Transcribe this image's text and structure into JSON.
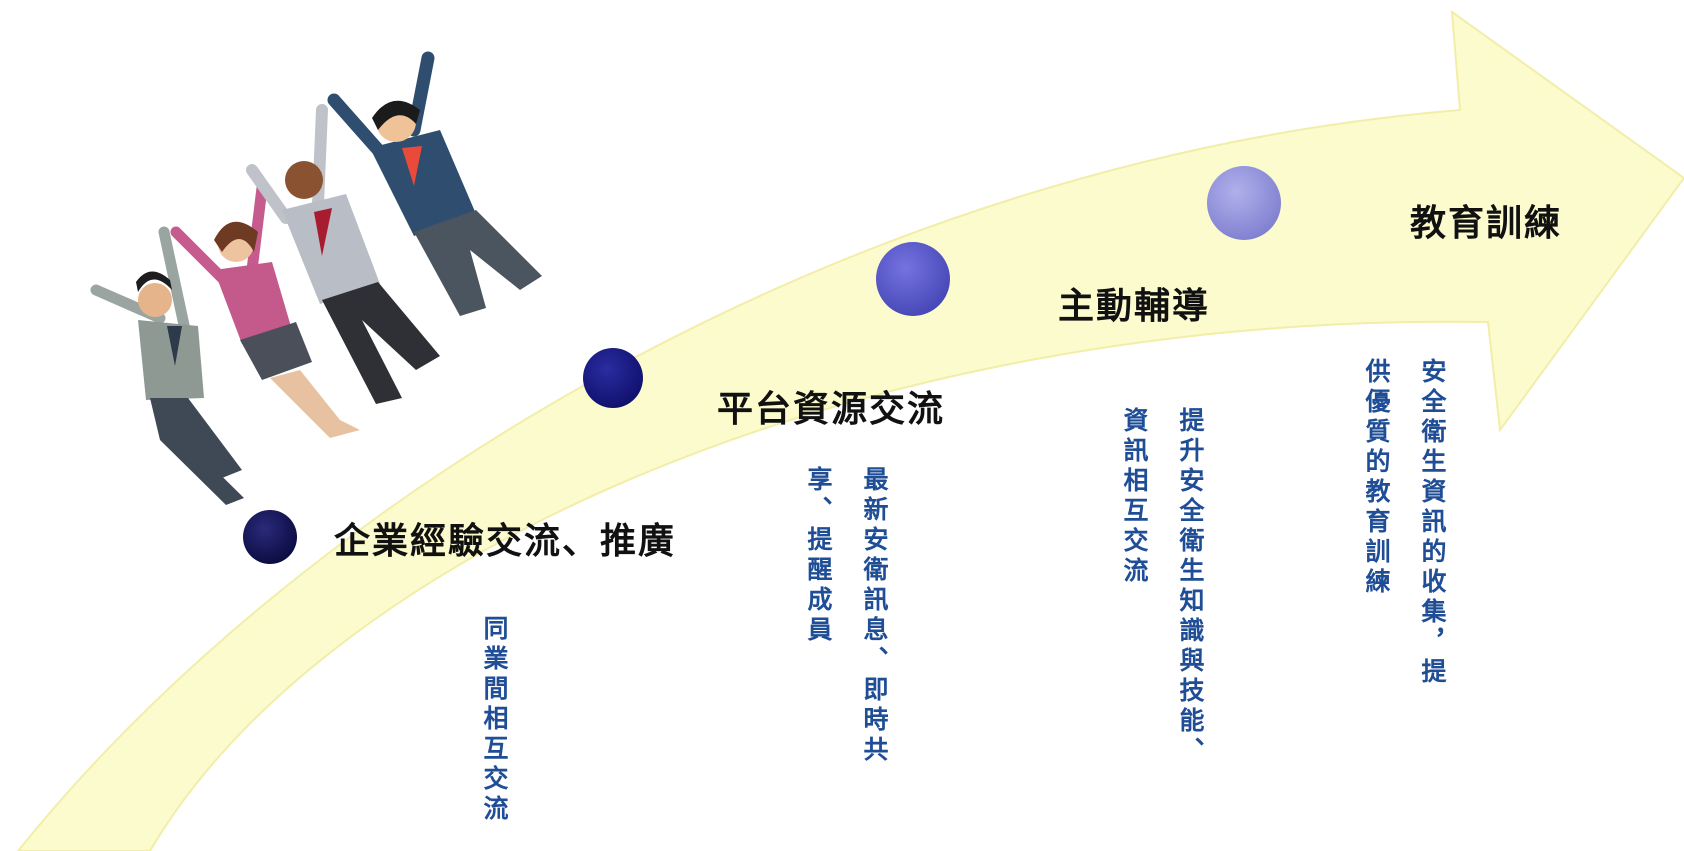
{
  "steps": [
    {
      "title": "企業經驗交流、推廣",
      "body": "同業間相互交流",
      "dot_color": "#0f0f55"
    },
    {
      "title": "平台資源交流",
      "body": "最新安衛訊息、即時共\n享、提醒成員",
      "dot_color": "#151680"
    },
    {
      "title": "主動輔導",
      "body": "提升安全衛生知識與技能、\n資訊相互交流",
      "dot_color": "#5554c8"
    },
    {
      "title": "教育訓練",
      "body": "安全衛生資訊的收集，提\n供優質的教育訓練",
      "dot_color": "#8f8fd8"
    }
  ],
  "colors": {
    "arrow_fill": "#fcfbcd",
    "title_text": "#111111",
    "body_text": "#1f4e96"
  }
}
